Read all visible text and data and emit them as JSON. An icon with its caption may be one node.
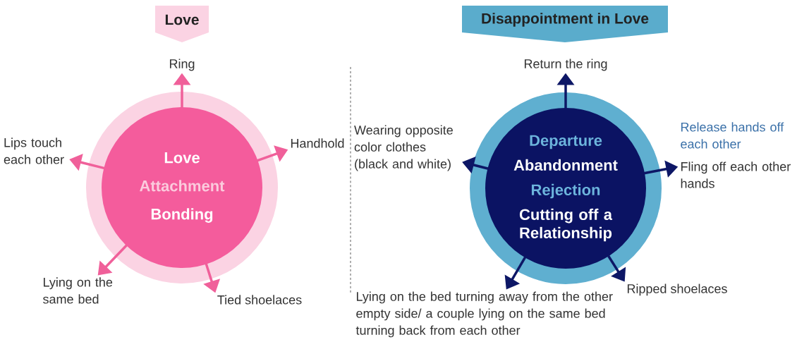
{
  "diagram": {
    "nodes": [
      {
        "text": [
          "Love"
        ]
      },
      {
        "text": [
          "Love",
          "Attachment",
          "Bonding"
        ]
      },
      {
        "text": [
          "Ring"
        ]
      },
      {
        "text": [
          "Lips touch each other"
        ]
      },
      {
        "text": [
          "Handhold"
        ]
      },
      {
        "text": [
          "Lying on the same bed"
        ]
      },
      {
        "text": [
          "Tied shoelaces"
        ]
      },
      {
        "text": [
          "Disappointment in Love"
        ]
      },
      {
        "text": [
          "Departure",
          "Abandonment",
          "Rejection",
          "Cutting off a Relationship"
        ]
      },
      {
        "text": [
          "Return the ring"
        ]
      },
      {
        "text": [
          "Wearing opposite color clothes (black and white)"
        ]
      },
      {
        "text": [
          "Release hands off each other",
          "Fling off each other hands"
        ]
      },
      {
        "text": [
          "Lying on the bed turning away from the other empty side/ a couple lying on the same bed turning back from each other"
        ]
      },
      {
        "text": [
          "Ripped shoelaces"
        ]
      }
    ],
    "edges": [
      {
        "from": 1,
        "to": 2,
        "arrow": "to",
        "color": "#f0609a"
      },
      {
        "from": 1,
        "to": 3,
        "arrow": "to",
        "color": "#f0609a"
      },
      {
        "from": 1,
        "to": 4,
        "arrow": "to",
        "color": "#f0609a"
      },
      {
        "from": 1,
        "to": 5,
        "arrow": "to",
        "color": "#f0609a"
      },
      {
        "from": 1,
        "to": 6,
        "arrow": "to",
        "color": "#f0609a"
      },
      {
        "from": 8,
        "to": 9,
        "arrow": "to",
        "color": "#0d1766"
      },
      {
        "from": 8,
        "to": 10,
        "arrow": "to",
        "color": "#0d1766"
      },
      {
        "from": 8,
        "to": 11,
        "arrow": "to",
        "color": "#0d1766"
      },
      {
        "from": 8,
        "to": 12,
        "arrow": "to",
        "color": "#0d1766"
      },
      {
        "from": 8,
        "to": 13,
        "arrow": "to",
        "color": "#0d1766"
      }
    ]
  }
}
